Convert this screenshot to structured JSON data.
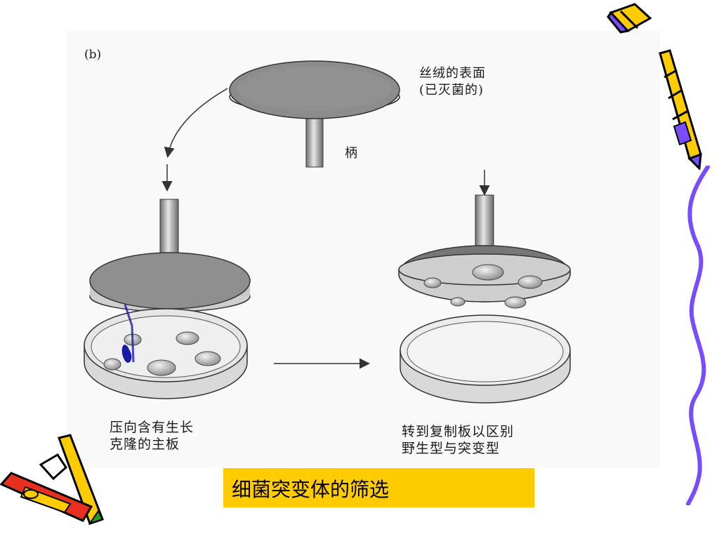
{
  "figure": {
    "panel_label": "(b)",
    "velvet_surface_label_line1": "丝绒的表面",
    "velvet_surface_label_line2": "(已灭菌的)",
    "handle_label": "柄",
    "master_plate_label_line1": "压向含有生长",
    "master_plate_label_line2": "克隆的主板",
    "replica_plate_label_line1": "转到复制板以区别",
    "replica_plate_label_line2": "野生型与突变型"
  },
  "caption": {
    "text": "细菌突变体的筛选",
    "background_color": "#ffcc00"
  },
  "decorations": {
    "icons": [
      "pencil-icon",
      "crayon-icon",
      "wavy-line"
    ],
    "accent_colors": [
      "#ffcc00",
      "#7a4cff",
      "#e83020",
      "#000000"
    ]
  }
}
